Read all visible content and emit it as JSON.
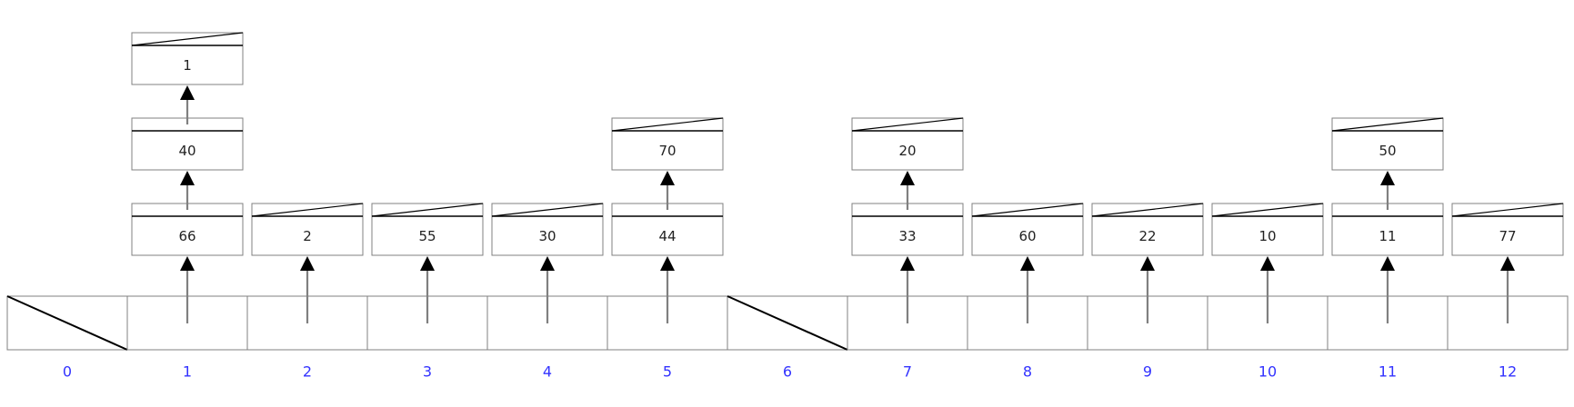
{
  "table": {
    "indices": [
      "0",
      "1",
      "2",
      "3",
      "4",
      "5",
      "6",
      "7",
      "8",
      "9",
      "10",
      "11",
      "12"
    ],
    "buckets": [
      [],
      [
        "66",
        "40",
        "1"
      ],
      [
        "2"
      ],
      [
        "55"
      ],
      [
        "30"
      ],
      [
        "44",
        "70"
      ],
      [],
      [
        "33",
        "20"
      ],
      [
        "60"
      ],
      [
        "22"
      ],
      [
        "10"
      ],
      [
        "11",
        "50"
      ],
      [
        "77"
      ]
    ]
  },
  "colors": {
    "index_label": "#3333ff",
    "border": "#808080",
    "arrow": "#808080",
    "slash": "#000000"
  }
}
